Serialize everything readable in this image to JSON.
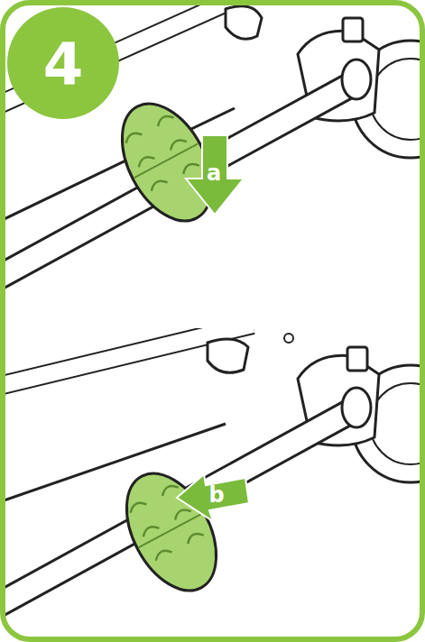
{
  "diagram": {
    "labels": [
      "4",
      "a",
      "b"
    ]
  }
}
